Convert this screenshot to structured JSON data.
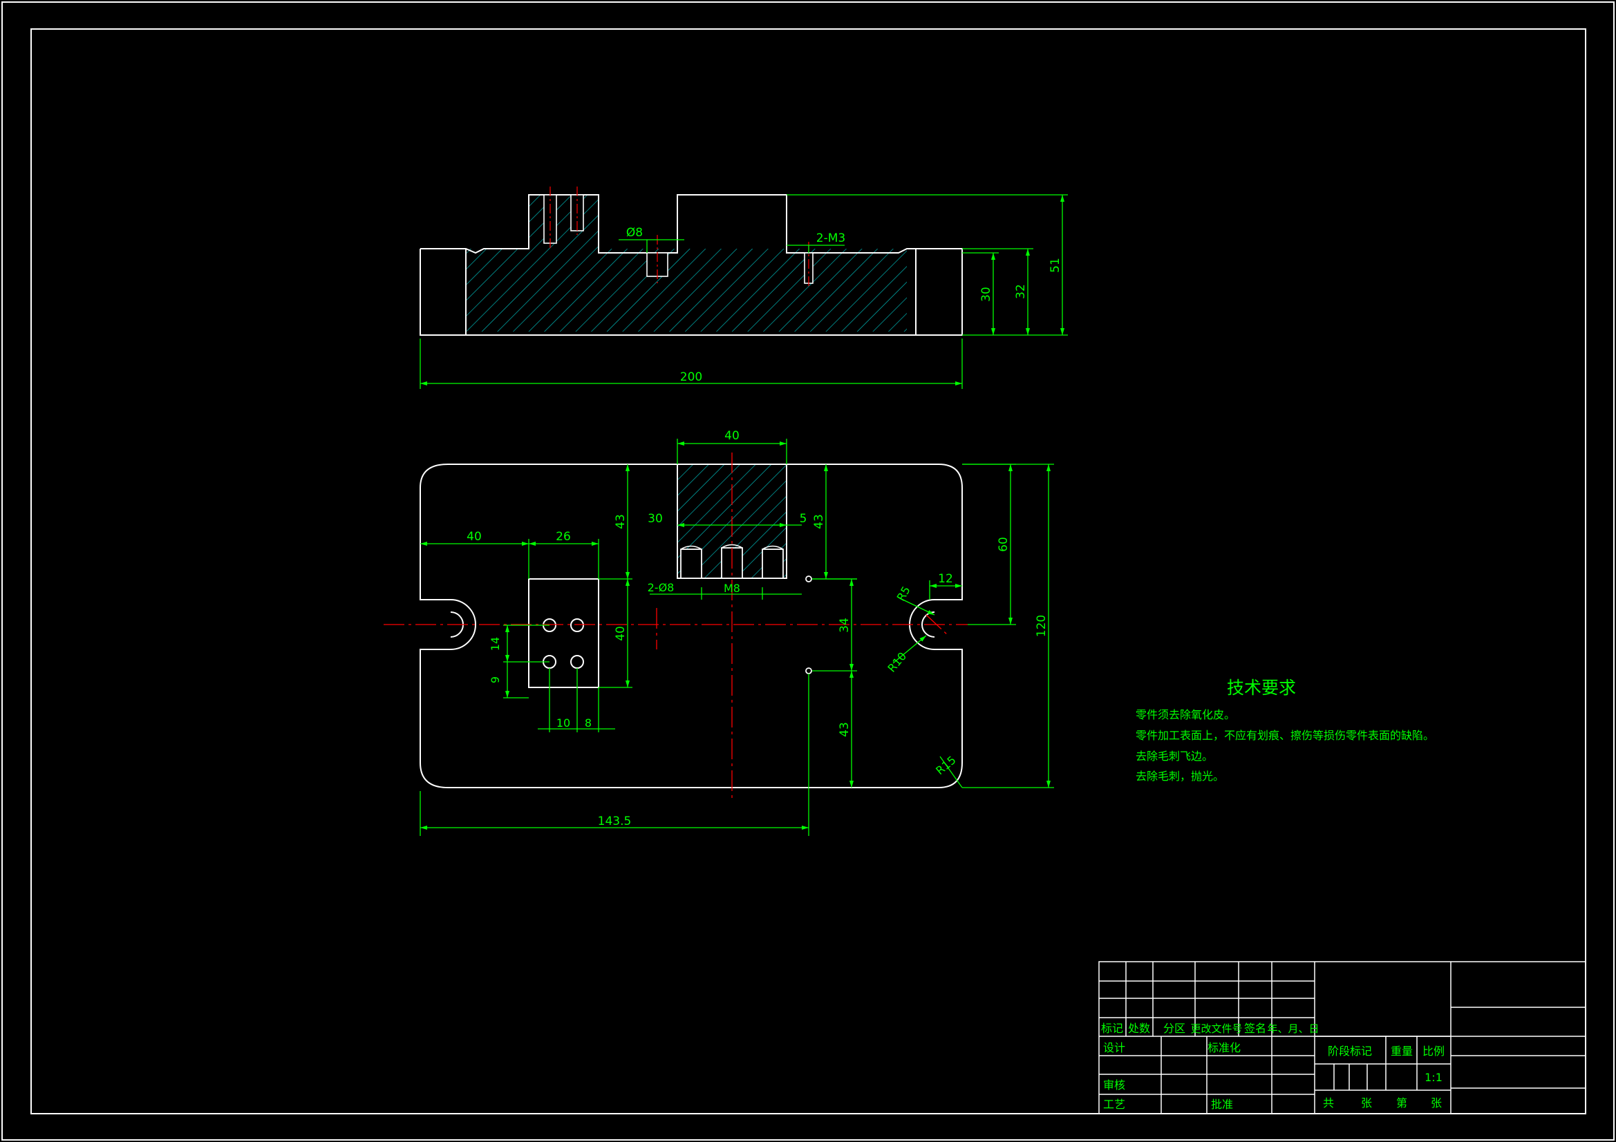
{
  "colors": {
    "background": "#000000",
    "outline": "#ffffff",
    "dimension": "#00ff00",
    "hatch": "#00b4b4",
    "centerline": "#ff0000",
    "text": "#00ff00"
  },
  "dimensions": {
    "top_view": {
      "d_phi8": "Ø8",
      "d_2m3": "2-M3",
      "d_200": "200",
      "d_30": "30",
      "d_32": "32",
      "d_51": "51"
    },
    "plan_view": {
      "d_40_top": "40",
      "d_30": "30",
      "d_5": "5",
      "d_43_a": "43",
      "d_43_b": "43",
      "d_40_left": "40",
      "d_26": "26",
      "d_60": "60",
      "d_120": "120",
      "d_12": "12",
      "d_r5": "R5",
      "d_r10": "R10",
      "d_2phi8": "2-Ø8",
      "d_m8": "M8",
      "d_40_v": "40",
      "d_14": "14",
      "d_9": "9",
      "d_10": "10",
      "d_8": "8",
      "d_34": "34",
      "d_43_c": "43",
      "d_1435": "143.5",
      "d_r15": "R15"
    }
  },
  "tech_requirements": {
    "title": "技术要求",
    "items": [
      "零件须去除氧化皮。",
      "零件加工表面上，不应有划痕、擦伤等损伤零件表面的缺陷。",
      "去除毛刺飞边。",
      "去除毛刺，抛光。"
    ]
  },
  "title_block": {
    "hdr_mark": "标记",
    "hdr_count": "处数",
    "hdr_zone": "分区",
    "hdr_docno": "更改文件号",
    "hdr_sign": "签名",
    "hdr_date": "年、月、日",
    "design": "设计",
    "standardize": "标准化",
    "review": "审核",
    "process": "工艺",
    "approve": "批准",
    "stage_mark": "阶段标记",
    "weight": "重量",
    "scale": "比例",
    "scale_value": "1:1",
    "total": "共",
    "sheets1": "张",
    "nth": "第",
    "sheets2": "张"
  }
}
